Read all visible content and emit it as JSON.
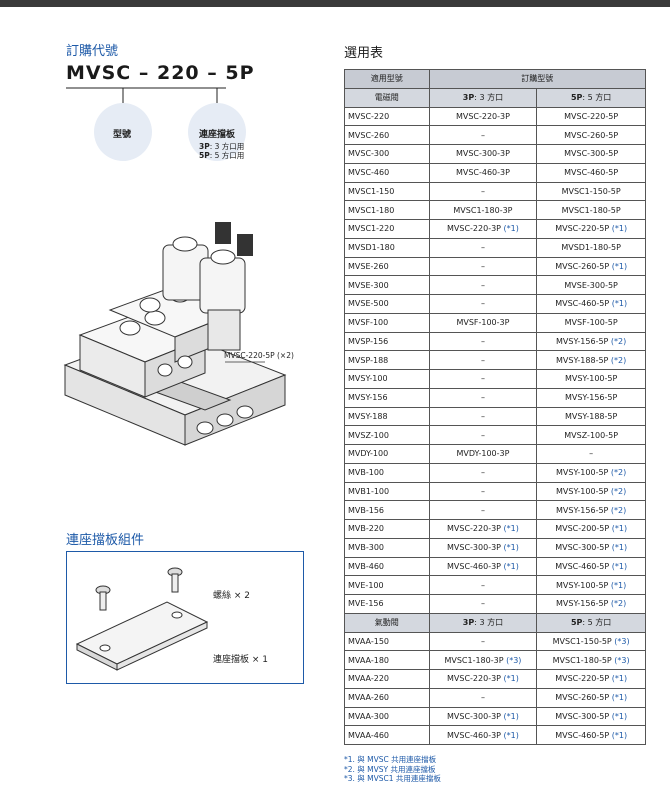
{
  "order": {
    "title": "訂購代號",
    "code": "MVSC – 220 – 5P",
    "model_label": "型號",
    "plate_label": "連座擋板",
    "options": [
      {
        "code": "3P",
        "desc": ": 3 方口用"
      },
      {
        "code": "5P",
        "desc": ": 5 方口用"
      }
    ]
  },
  "illustration": {
    "callout": "MVSC-220-5P (×2)"
  },
  "kit": {
    "title": "連座擋板組件",
    "screw_label": "螺絲 × 2",
    "plate_label": "連座擋板 × 1"
  },
  "selection": {
    "title": "選用表",
    "header": {
      "col1": "適用型號",
      "col23": "訂購型號"
    },
    "solenoid_header": {
      "col1": "電磁閥",
      "col2_bold": "3P",
      "col2_rest": ": 3 方口",
      "col3_bold": "5P",
      "col3_rest": ": 5 方口"
    },
    "solenoid_rows": [
      {
        "model": "MVSC-220",
        "p3": "MVSC-220-3P",
        "p3n": "",
        "p5": "MVSC-220-5P",
        "p5n": ""
      },
      {
        "model": "MVSC-260",
        "p3": "–",
        "p3n": "",
        "p5": "MVSC-260-5P",
        "p5n": ""
      },
      {
        "model": "MVSC-300",
        "p3": "MVSC-300-3P",
        "p3n": "",
        "p5": "MVSC-300-5P",
        "p5n": ""
      },
      {
        "model": "MVSC-460",
        "p3": "MVSC-460-3P",
        "p3n": "",
        "p5": "MVSC-460-5P",
        "p5n": ""
      },
      {
        "model": "MVSC1-150",
        "p3": "–",
        "p3n": "",
        "p5": "MVSC1-150-5P",
        "p5n": ""
      },
      {
        "model": "MVSC1-180",
        "p3": "MVSC1-180-3P",
        "p3n": "",
        "p5": "MVSC1-180-5P",
        "p5n": ""
      },
      {
        "model": "MVSC1-220",
        "p3": "MVSC-220-3P",
        "p3n": "(*1)",
        "p5": "MVSC-220-5P",
        "p5n": "(*1)"
      },
      {
        "model": "MVSD1-180",
        "p3": "–",
        "p3n": "",
        "p5": "MVSD1-180-5P",
        "p5n": ""
      },
      {
        "model": "MVSE-260",
        "p3": "–",
        "p3n": "",
        "p5": "MVSC-260-5P",
        "p5n": "(*1)"
      },
      {
        "model": "MVSE-300",
        "p3": "–",
        "p3n": "",
        "p5": "MVSE-300-5P",
        "p5n": ""
      },
      {
        "model": "MVSE-500",
        "p3": "–",
        "p3n": "",
        "p5": "MVSC-460-5P",
        "p5n": "(*1)"
      },
      {
        "model": "MVSF-100",
        "p3": "MVSF-100-3P",
        "p3n": "",
        "p5": "MVSF-100-5P",
        "p5n": ""
      },
      {
        "model": "MVSP-156",
        "p3": "–",
        "p3n": "",
        "p5": "MVSY-156-5P",
        "p5n": "(*2)"
      },
      {
        "model": "MVSP-188",
        "p3": "–",
        "p3n": "",
        "p5": "MVSY-188-5P",
        "p5n": "(*2)"
      },
      {
        "model": "MVSY-100",
        "p3": "–",
        "p3n": "",
        "p5": "MVSY-100-5P",
        "p5n": ""
      },
      {
        "model": "MVSY-156",
        "p3": "–",
        "p3n": "",
        "p5": "MVSY-156-5P",
        "p5n": ""
      },
      {
        "model": "MVSY-188",
        "p3": "–",
        "p3n": "",
        "p5": "MVSY-188-5P",
        "p5n": ""
      },
      {
        "model": "MVSZ-100",
        "p3": "–",
        "p3n": "",
        "p5": "MVSZ-100-5P",
        "p5n": ""
      },
      {
        "model": "MVDY-100",
        "p3": "MVDY-100-3P",
        "p3n": "",
        "p5": "–",
        "p5n": ""
      },
      {
        "model": "MVB-100",
        "p3": "–",
        "p3n": "",
        "p5": "MVSY-100-5P",
        "p5n": "(*2)"
      },
      {
        "model": "MVB1-100",
        "p3": "–",
        "p3n": "",
        "p5": "MVSY-100-5P",
        "p5n": "(*2)"
      },
      {
        "model": "MVB-156",
        "p3": "–",
        "p3n": "",
        "p5": "MVSY-156-5P",
        "p5n": "(*2)"
      },
      {
        "model": "MVB-220",
        "p3": "MVSC-220-3P",
        "p3n": "(*1)",
        "p5": "MVSC-200-5P",
        "p5n": "(*1)"
      },
      {
        "model": "MVB-300",
        "p3": "MVSC-300-3P",
        "p3n": "(*1)",
        "p5": "MVSC-300-5P",
        "p5n": "(*1)"
      },
      {
        "model": "MVB-460",
        "p3": "MVSC-460-3P",
        "p3n": "(*1)",
        "p5": "MVSC-460-5P",
        "p5n": "(*1)"
      },
      {
        "model": "MVE-100",
        "p3": "–",
        "p3n": "",
        "p5": "MVSY-100-5P",
        "p5n": "(*1)"
      },
      {
        "model": "MVE-156",
        "p3": "–",
        "p3n": "",
        "p5": "MVSY-156-5P",
        "p5n": "(*2)"
      }
    ],
    "air_header": {
      "col1": "氣動閥",
      "col2_bold": "3P",
      "col2_rest": ": 3 方口",
      "col3_bold": "5P",
      "col3_rest": ": 5 方口"
    },
    "air_rows": [
      {
        "model": "MVAA-150",
        "p3": "–",
        "p3n": "",
        "p5": "MVSC1-150-5P",
        "p5n": "(*3)"
      },
      {
        "model": "MVAA-180",
        "p3": "MVSC1-180-3P",
        "p3n": "(*3)",
        "p5": "MVSC1-180-5P",
        "p5n": "(*3)"
      },
      {
        "model": "MVAA-220",
        "p3": "MVSC-220-3P",
        "p3n": "(*1)",
        "p5": "MVSC-220-5P",
        "p5n": "(*1)"
      },
      {
        "model": "MVAA-260",
        "p3": "–",
        "p3n": "",
        "p5": "MVSC-260-5P",
        "p5n": "(*1)"
      },
      {
        "model": "MVAA-300",
        "p3": "MVSC-300-3P",
        "p3n": "(*1)",
        "p5": "MVSC-300-5P",
        "p5n": "(*1)"
      },
      {
        "model": "MVAA-460",
        "p3": "MVSC-460-3P",
        "p3n": "(*1)",
        "p5": "MVSC-460-5P",
        "p5n": "(*1)"
      }
    ],
    "notes": [
      "*1. 與 MVSC 共用連座擋板",
      "*2. 與 MVSY 共用連座擋板",
      "*3. 與 MVSC1 共用連座擋板"
    ]
  }
}
